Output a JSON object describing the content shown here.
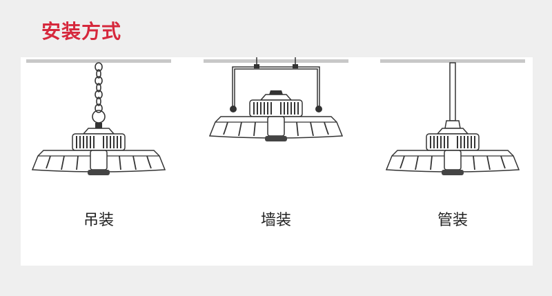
{
  "title": "安装方式",
  "methods": [
    {
      "label": "吊装",
      "icon": "chain-mount-icon"
    },
    {
      "label": "墙装",
      "icon": "bracket-mount-icon"
    },
    {
      "label": "管装",
      "icon": "pipe-mount-icon"
    }
  ]
}
